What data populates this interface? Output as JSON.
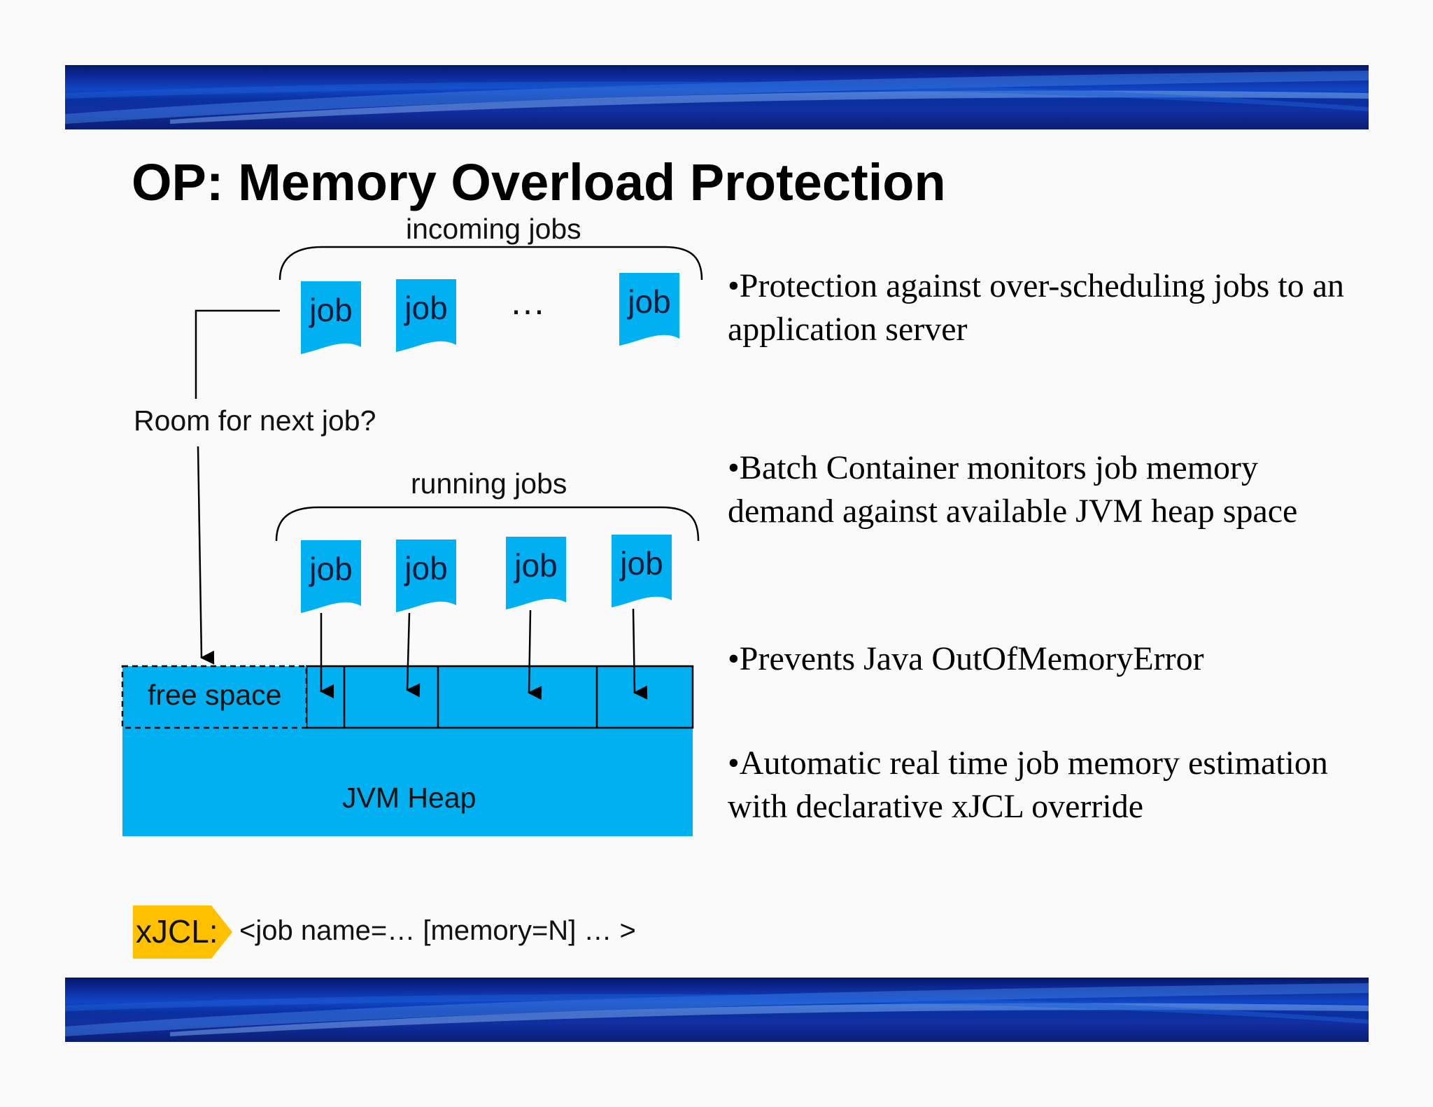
{
  "title": "OP: Memory Overload Protection",
  "diagram": {
    "incoming_label": "incoming jobs",
    "running_label": "running jobs",
    "room_question": "Room for next job?",
    "ellipsis": "…",
    "job_label": "job",
    "incoming_jobs": [
      "job",
      "job",
      "job"
    ],
    "running_jobs": [
      "job",
      "job",
      "job",
      "job"
    ],
    "free_space_label": "free space",
    "heap_label": "JVM Heap"
  },
  "bullets": [
    "•Protection against over-scheduling jobs to an application server",
    "•Batch Container monitors job memory demand against available JVM heap space",
    "•Prevents Java OutOfMemoryError",
    "•Automatic real time job memory estimation with declarative xJCL override"
  ],
  "xjcl": {
    "tag": "xJCL:",
    "code": "<job name=… [memory=N] … >"
  },
  "colors": {
    "job_blue": "#00b0f0",
    "heap_blue": "#00b0f0",
    "xjcl_yellow": "#ffc000",
    "banner_navy": "#0a1c72"
  }
}
